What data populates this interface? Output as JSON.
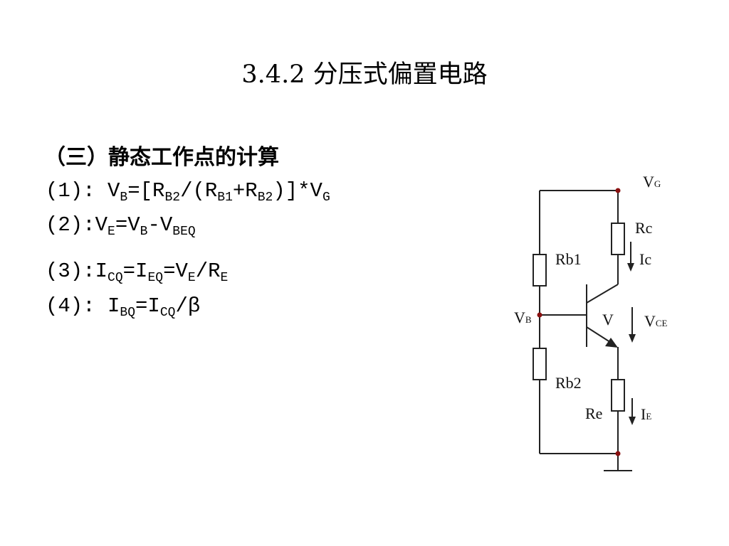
{
  "slide": {
    "title": "3.4.2 分压式偏置电路",
    "heading": "（三）静态工作点的计算"
  },
  "formulas": {
    "f1": {
      "prefix": "(1): ",
      "p1": "V",
      "s1": "B",
      "p2": "=[R",
      "s2": "B2",
      "p3": "/(R",
      "s3": "B1",
      "p4": "+R",
      "s4": "B2",
      "p5": ")]*V",
      "s5": "G"
    },
    "f2": {
      "prefix": "(2):",
      "p1": "V",
      "s1": "E",
      "p2": "=V",
      "s2": "B",
      "p3": "-V",
      "s3": "BEQ"
    },
    "f3": {
      "prefix": "(3):",
      "p1": "I",
      "s1": "CQ",
      "p2": "=I",
      "s2": "EQ",
      "p3": "=V",
      "s3": "E",
      "p4": "/R",
      "s4": "E"
    },
    "f4": {
      "prefix": "(4): ",
      "p1": "I",
      "s1": "BQ",
      "p2": "=I",
      "s2": "CQ",
      "p3": "/β"
    }
  },
  "circuit": {
    "labels": {
      "vg": "V",
      "vg_sub": "G",
      "rc": "Rc",
      "ic": "Ic",
      "rb1": "Rb1",
      "vb": "V",
      "vb_sub": "B",
      "transistor": "V",
      "vce": "V",
      "vce_sub": "CE",
      "rb2": "Rb2",
      "re": "Re",
      "ie": "I",
      "ie_sub": "E"
    },
    "colors": {
      "wire": "#222222",
      "node": "#8a1010"
    }
  }
}
